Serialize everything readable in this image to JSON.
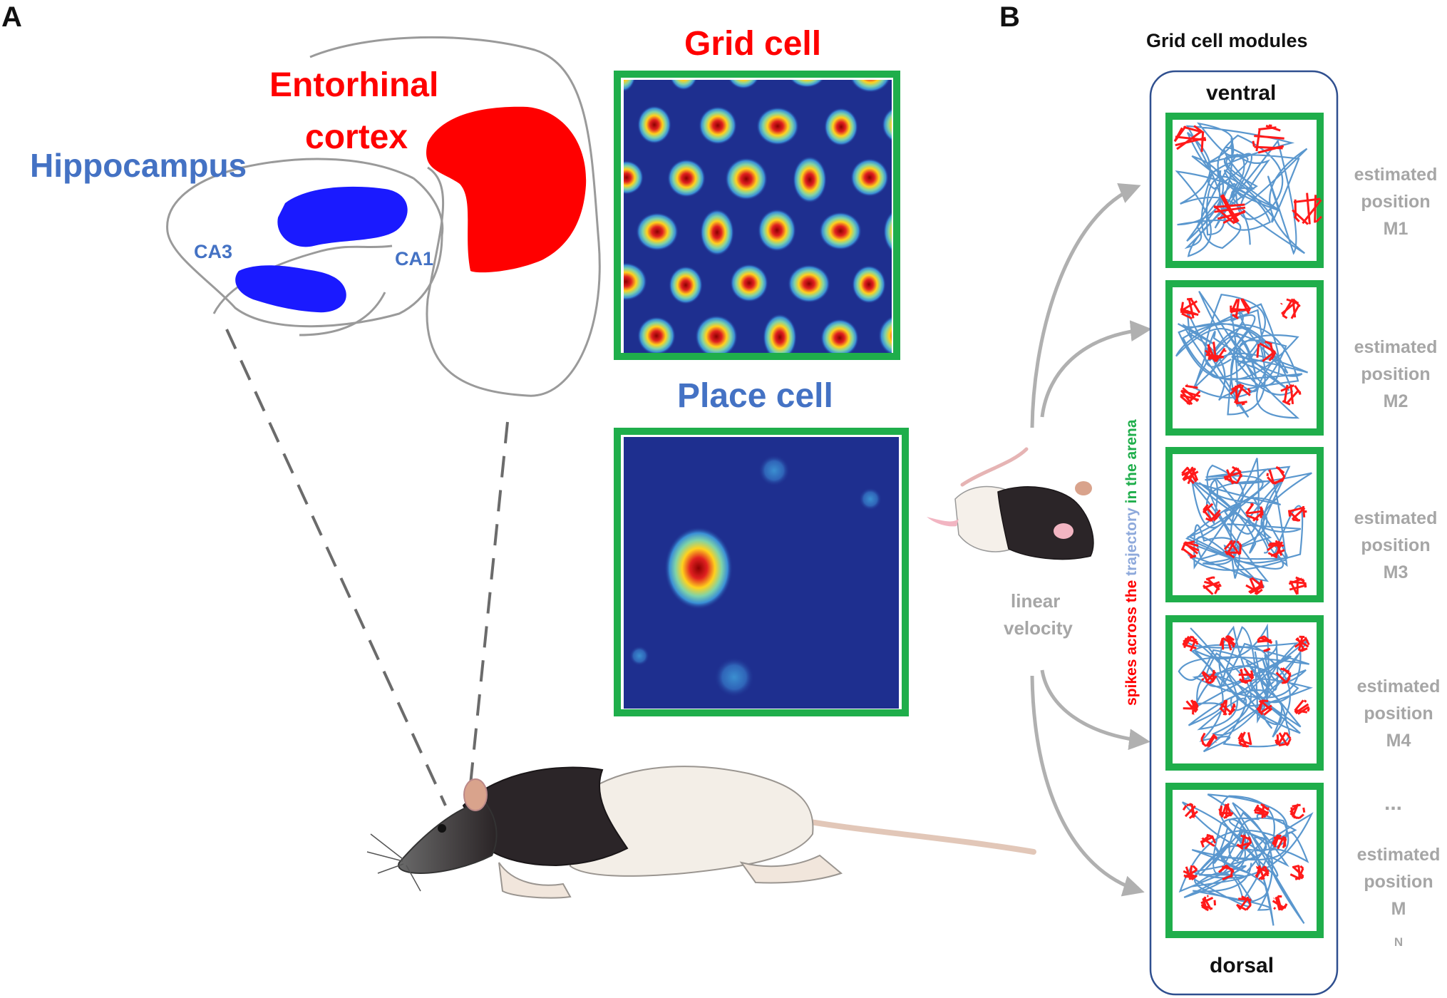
{
  "panel_a": {
    "letter": "A",
    "labels": {
      "entorhinal_line1": "Entorhinal",
      "entorhinal_line2": "cortex",
      "hippocampus": "Hippocampus",
      "ca3": "CA3",
      "ca1": "CA1",
      "grid_cell": "Grid cell",
      "place_cell": "Place cell"
    }
  },
  "panel_b": {
    "letter": "B",
    "title": "Grid cell modules",
    "ventral": "ventral",
    "dorsal": "dorsal",
    "linear_velocity_line1": "linear",
    "linear_velocity_line2": "velocity",
    "vertical_label": {
      "part1": "spikes across the ",
      "part2": "trajectory",
      "part3": " in the arena"
    },
    "modules": [
      {
        "line1": "estimated",
        "line2": "position",
        "name": "M1"
      },
      {
        "line1": "estimated",
        "line2": "position",
        "name": "M2"
      },
      {
        "line1": "estimated",
        "line2": "position",
        "name": "M3"
      },
      {
        "line1": "estimated",
        "line2": "position",
        "name": "M4"
      },
      {
        "line1": "estimated",
        "line2": "position",
        "name": "M",
        "subscript": "N"
      }
    ],
    "ellipsis": "..."
  },
  "colors": {
    "red": "#ff0000",
    "blue_label": "#4472c4",
    "region_blue": "#1a1aff",
    "green_frame": "#1fae4b",
    "heatmap_bg": "#1e2f8f",
    "trajectory": "#3d85c6",
    "gray_text": "#a6a6a6",
    "module_box": "#2f4f8f"
  }
}
